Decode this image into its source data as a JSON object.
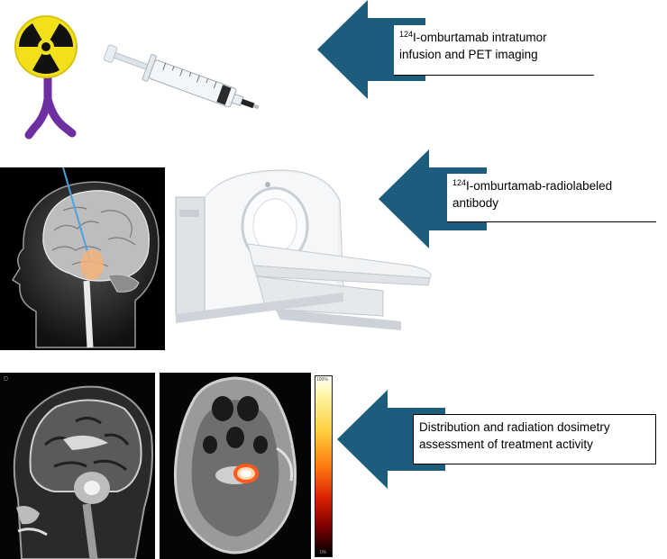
{
  "steps": [
    {
      "isotope_superscript": "124",
      "line1_rest": "I-omburtamab intratumor",
      "line2": "infusion and PET imaging"
    },
    {
      "isotope_superscript": "124",
      "line1_rest": "I-omburtamab-radiolabeled",
      "line2": "antibody"
    },
    {
      "line1": "Distribution and radiation dosimetry",
      "line2": "assessment of treatment activity"
    }
  ],
  "colors": {
    "arrow": "#1c5d7e",
    "radiation_yellow": "#f2e11a",
    "tube_purple": "#6e2fa0",
    "pet_hot": "#ff5a1e",
    "background": "#ffffff"
  },
  "icons": [
    "radiation-icon",
    "syringe-icon"
  ],
  "colorbar": {
    "top_label": "100%",
    "bottom_label": "0%"
  },
  "mri_corner_label": "D"
}
